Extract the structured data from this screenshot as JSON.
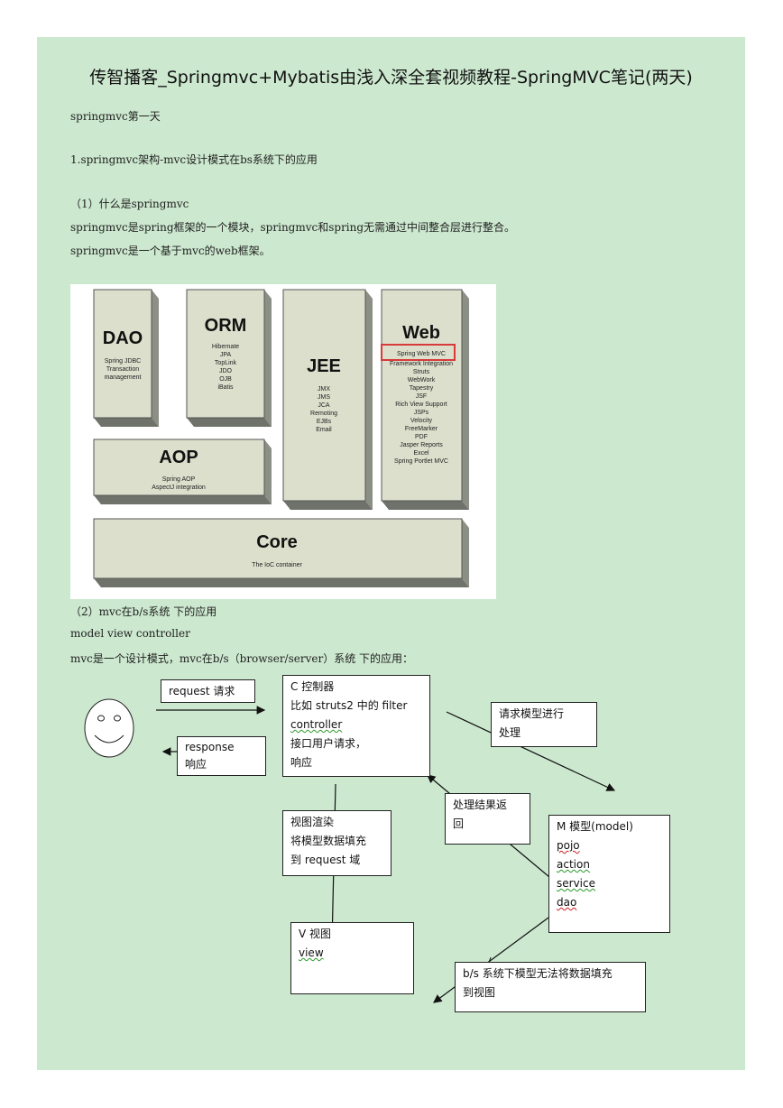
{
  "title": "传智播客_Springmvc+Mybatis由浅入深全套视频教程-SpringMVC笔记(两天)",
  "lines": {
    "day": "springmvc第一天",
    "section1": "1.springmvc架构-mvc设计模式在bs系统下的应用",
    "q1": "（1）什么是springmvc",
    "p1": "springmvc是spring框架的一个模块，springmvc和spring无需通过中间整合层进行整合。",
    "p2": "springmvc是一个基于mvc的web框架。",
    "q2": "（2）mvc在b/s系统 下的应用",
    "p3": "model  view controller",
    "p4": "mvc是一个设计模式，mvc在b/s（browser/server）系统 下的应用："
  },
  "arch": {
    "dao": {
      "title": "DAO",
      "items": [
        "Spring JDBC",
        "Transaction",
        "management"
      ]
    },
    "orm": {
      "title": "ORM",
      "items": [
        "Hibernate",
        "JPA",
        "TopLink",
        "JDO",
        "OJB",
        "iBatis"
      ]
    },
    "jee": {
      "title": "JEE",
      "items": [
        "JMX",
        "JMS",
        "JCA",
        "Remoting",
        "EJBs",
        "Email"
      ]
    },
    "web": {
      "title": "Web",
      "highlight": "Spring Web MVC",
      "items": [
        "Framework Integration",
        "Struts",
        "WebWork",
        "Tapestry",
        "JSF",
        "Rich View Support",
        "JSPs",
        "Velocity",
        "FreeMarker",
        "PDF",
        "Jasper Reports",
        "Excel",
        "Spring Portlet MVC"
      ]
    },
    "aop": {
      "title": "AOP",
      "items": [
        "Spring AOP",
        "AspectJ integration"
      ]
    },
    "core": {
      "title": "Core",
      "items": [
        "The IoC container"
      ]
    }
  },
  "diagram": {
    "request": "request 请求",
    "response": [
      "response",
      "响应"
    ],
    "controller": [
      "C  控制器",
      "比如 struts2 中的 filter",
      "controller",
      "接口用户请求，",
      "响应"
    ],
    "to_model": [
      "请求模型进行",
      "处理"
    ],
    "result_back": [
      "处理结果返",
      "回"
    ],
    "render": [
      "视图渲染",
      "将模型数据填充",
      "到 request 域"
    ],
    "model": [
      "M 模型(model)",
      "pojo",
      "action",
      "service",
      "dao"
    ],
    "view": [
      "V 视图",
      "view",
      ""
    ],
    "bs_note": [
      "b/s 系统下模型无法将数据填充",
      "到视图"
    ]
  },
  "colors": {
    "page_bg": "#cce8cf",
    "block_face": "#dcdfcc",
    "block_side": "#8c8f85",
    "highlight_box": "#d93a3a"
  }
}
